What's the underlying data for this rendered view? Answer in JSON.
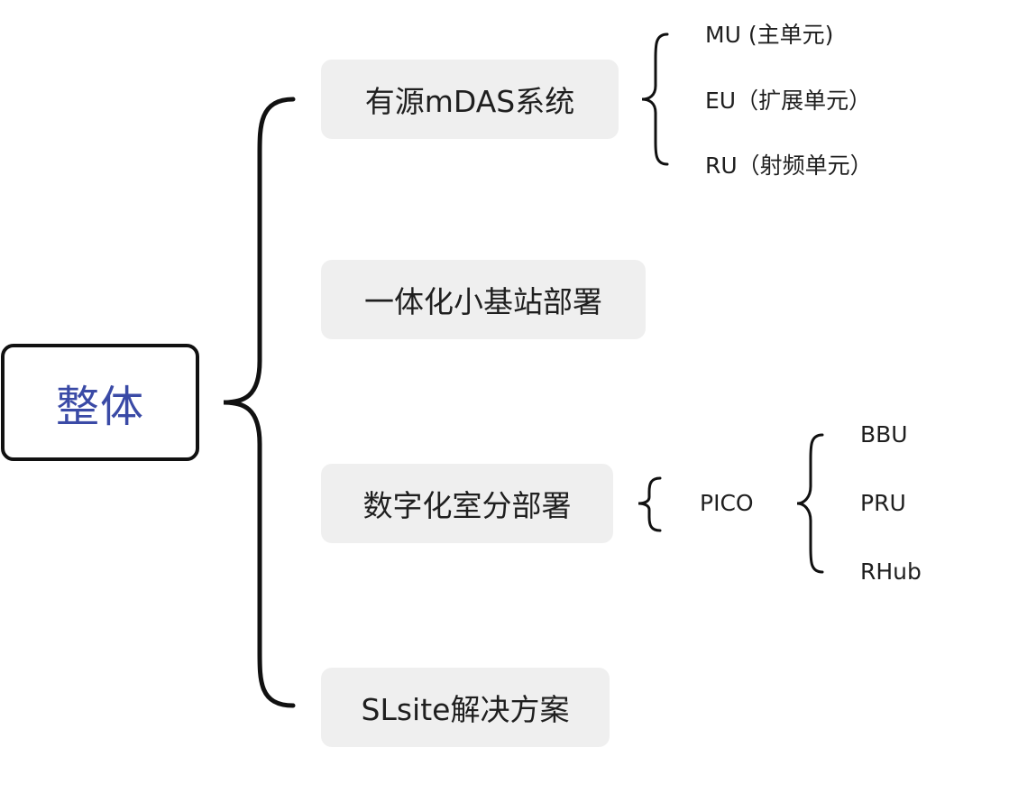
{
  "root": {
    "label": "整体"
  },
  "branches": [
    {
      "label": "有源mDAS系统",
      "children": [
        "MU (主单元)",
        "EU（扩展单元）",
        "RU（射频单元）"
      ]
    },
    {
      "label": "一体化小基站部署"
    },
    {
      "label": "数字化室分部署",
      "child": "PICO",
      "grandchildren": [
        "BBU",
        "PRU",
        "RHub"
      ]
    },
    {
      "label": "SLsite解决方案"
    }
  ],
  "colors": {
    "root_text": "#3a4aa6",
    "branch_fill": "#efefef",
    "line": "#111111"
  }
}
